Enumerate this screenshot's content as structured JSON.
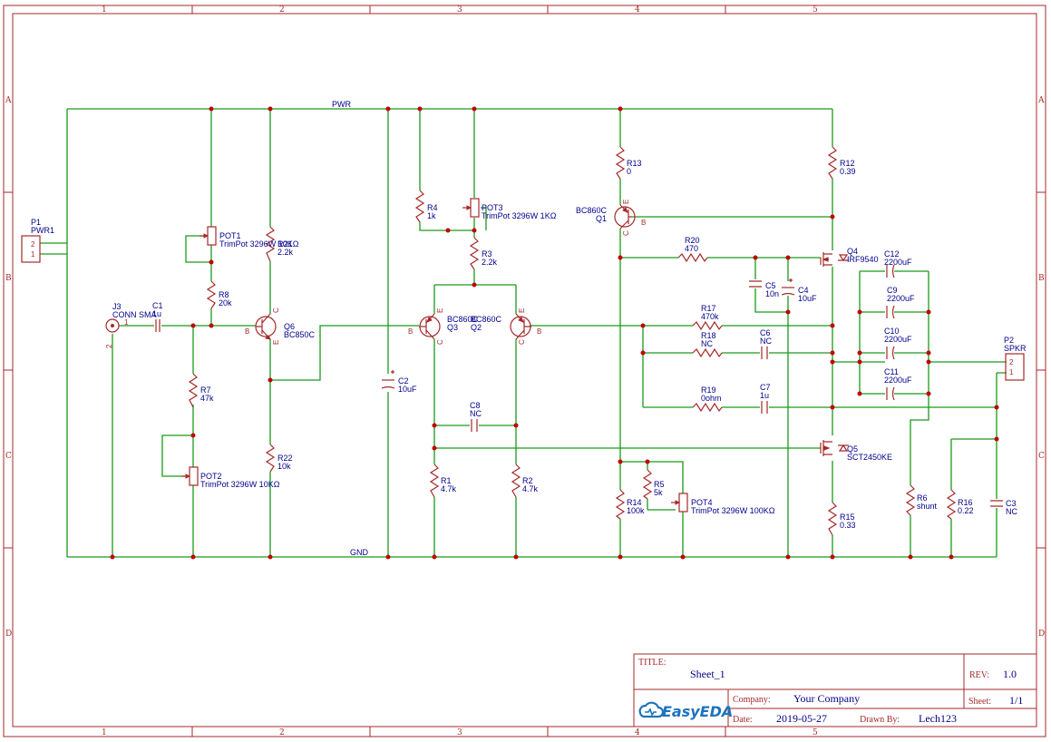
{
  "sheet": {
    "zones_top": [
      "1",
      "2",
      "3",
      "4",
      "5"
    ],
    "zones_side": [
      "A",
      "B",
      "C",
      "D"
    ]
  },
  "nets": {
    "pwr": "PWR",
    "gnd": "GND"
  },
  "components": [
    {
      "id": "p1",
      "ref": "P1",
      "value": "PWR1",
      "pins": [
        "2",
        "1"
      ]
    },
    {
      "id": "p2",
      "ref": "P2",
      "value": "SPKR",
      "pins": [
        "2",
        "1"
      ]
    },
    {
      "id": "j3",
      "ref": "J3",
      "value": "CONN SMA",
      "pins": [
        "1",
        "2"
      ]
    },
    {
      "id": "c1",
      "ref": "C1",
      "value": "1u"
    },
    {
      "id": "pot1",
      "ref": "POT1",
      "value": "TrimPot 3296W 10KΩ"
    },
    {
      "id": "r8",
      "ref": "R8",
      "value": "20k"
    },
    {
      "id": "r21",
      "ref": "R21",
      "value": "2.2k"
    },
    {
      "id": "q6",
      "ref": "Q6",
      "value": "BC850C",
      "pins": [
        "B",
        "C",
        "E"
      ]
    },
    {
      "id": "r7",
      "ref": "R7",
      "value": "47k"
    },
    {
      "id": "pot2",
      "ref": "POT2",
      "value": "TrimPot 3296W 10KΩ"
    },
    {
      "id": "r22",
      "ref": "R22",
      "value": "10k"
    },
    {
      "id": "c2",
      "ref": "C2",
      "value": "10uF"
    },
    {
      "id": "r4",
      "ref": "R4",
      "value": "1k"
    },
    {
      "id": "pot3",
      "ref": "POT3",
      "value": "TrimPot 3296W 1KΩ"
    },
    {
      "id": "r3",
      "ref": "R3",
      "value": "2.2k"
    },
    {
      "id": "q3",
      "ref": "Q3",
      "value": "BC860C",
      "pins": [
        "B",
        "C",
        "E"
      ]
    },
    {
      "id": "q2",
      "ref": "Q2",
      "value": "BC860C",
      "pins": [
        "B",
        "C",
        "E"
      ]
    },
    {
      "id": "c8",
      "ref": "C8",
      "value": "NC"
    },
    {
      "id": "r1",
      "ref": "R1",
      "value": "4.7k"
    },
    {
      "id": "r2",
      "ref": "R2",
      "value": "4.7k"
    },
    {
      "id": "r13",
      "ref": "R13",
      "value": "0"
    },
    {
      "id": "q1",
      "ref": "Q1",
      "value": "BC860C",
      "pins": [
        "B",
        "C",
        "E"
      ]
    },
    {
      "id": "r12",
      "ref": "R12",
      "value": "0.39"
    },
    {
      "id": "r20",
      "ref": "R20",
      "value": "470"
    },
    {
      "id": "q4",
      "ref": "Q4",
      "value": "IRF9540"
    },
    {
      "id": "c5",
      "ref": "C5",
      "value": "10n"
    },
    {
      "id": "c4",
      "ref": "C4",
      "value": "10uF"
    },
    {
      "id": "r17",
      "ref": "R17",
      "value": "470k"
    },
    {
      "id": "r18",
      "ref": "R18",
      "value": "NC"
    },
    {
      "id": "c6",
      "ref": "C6",
      "value": "NC"
    },
    {
      "id": "r19",
      "ref": "R19",
      "value": "0ohm"
    },
    {
      "id": "c7",
      "ref": "C7",
      "value": "1u"
    },
    {
      "id": "c12",
      "ref": "C12",
      "value": "2200uF"
    },
    {
      "id": "c9",
      "ref": "C9",
      "value": "2200uF"
    },
    {
      "id": "c10",
      "ref": "C10",
      "value": "2200uF"
    },
    {
      "id": "c11",
      "ref": "C11",
      "value": "2200uF"
    },
    {
      "id": "q5",
      "ref": "Q5",
      "value": "SCT2450KE"
    },
    {
      "id": "r14",
      "ref": "R14",
      "value": "100k"
    },
    {
      "id": "r5",
      "ref": "R5",
      "value": "5k"
    },
    {
      "id": "pot4",
      "ref": "POT4",
      "value": "TrimPot 3296W 100KΩ"
    },
    {
      "id": "r15",
      "ref": "R15",
      "value": "0.33"
    },
    {
      "id": "r6",
      "ref": "R6",
      "value": "shunt"
    },
    {
      "id": "r16",
      "ref": "R16",
      "value": "0.22"
    },
    {
      "id": "c3",
      "ref": "C3",
      "value": "NC"
    }
  ],
  "title_block": {
    "title_label": "TITLE:",
    "title": "Sheet_1",
    "rev_label": "REV:",
    "rev": "1.0",
    "logo": "EasyEDA",
    "company_label": "Company:",
    "company": "Your Company",
    "sheet_label": "Sheet:",
    "sheet": "1/1",
    "date_label": "Date:",
    "date": "2019-05-27",
    "drawn_label": "Drawn By:",
    "drawn_by": "Lech123"
  },
  "colors": {
    "wire": "#1a9a1a",
    "component": "#a52a2a",
    "text": "#00008b",
    "junction": "#c00000"
  }
}
